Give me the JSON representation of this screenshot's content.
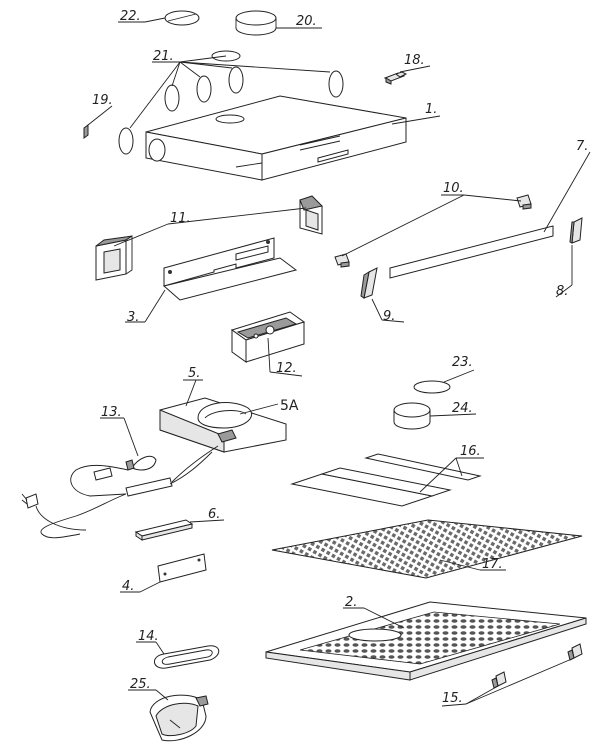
{
  "labels": {
    "l1": "1.",
    "l2": "2.",
    "l3": "3.",
    "l4": "4.",
    "l5": "5.",
    "l5a": "5A",
    "l6": "6.",
    "l7": "7.",
    "l8": "8.",
    "l9": "9.",
    "l10": "10.",
    "l11": "11.",
    "l12": "12.",
    "l13": "13.",
    "l14": "14.",
    "l15": "15.",
    "l16": "16.",
    "l17": "17.",
    "l18": "18.",
    "l19": "19.",
    "l20": "20.",
    "l21": "21.",
    "l22": "22.",
    "l23": "23.",
    "l24": "24.",
    "l25": "25."
  }
}
